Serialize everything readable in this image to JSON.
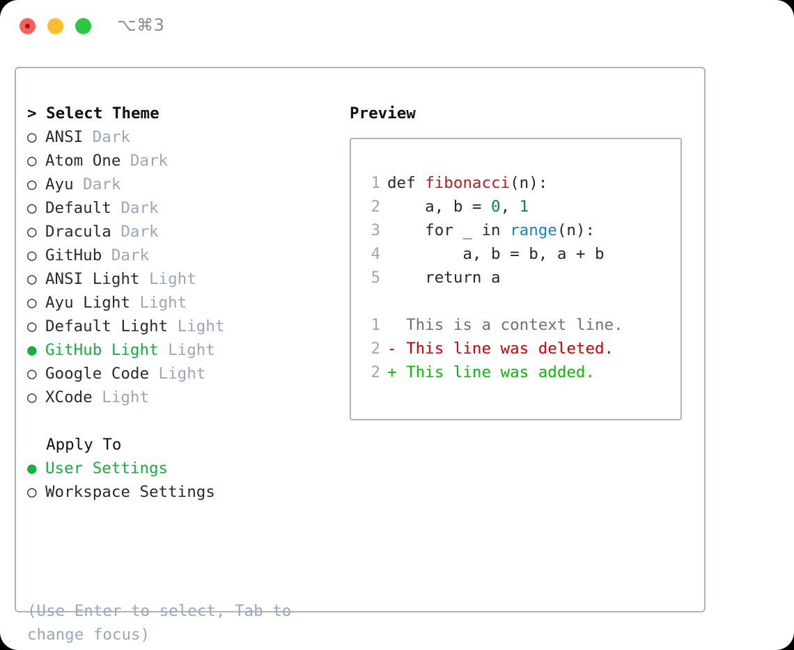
{
  "titlebar": {
    "shortcut": "⌥⌘3",
    "lights": [
      "close",
      "minimize",
      "zoom"
    ]
  },
  "theme_section": {
    "header": "> Select Theme",
    "items": [
      {
        "marker": "○",
        "label": "ANSI",
        "tag": "Dark",
        "selected": false
      },
      {
        "marker": "○",
        "label": "Atom One",
        "tag": "Dark",
        "selected": false
      },
      {
        "marker": "○",
        "label": "Ayu",
        "tag": "Dark",
        "selected": false
      },
      {
        "marker": "○",
        "label": "Default",
        "tag": "Dark",
        "selected": false
      },
      {
        "marker": "○",
        "label": "Dracula",
        "tag": "Dark",
        "selected": false
      },
      {
        "marker": "○",
        "label": "GitHub",
        "tag": "Dark",
        "selected": false
      },
      {
        "marker": "○",
        "label": "ANSI Light",
        "tag": "Light",
        "selected": false
      },
      {
        "marker": "○",
        "label": "Ayu Light",
        "tag": "Light",
        "selected": false
      },
      {
        "marker": "○",
        "label": "Default Light",
        "tag": "Light",
        "selected": false
      },
      {
        "marker": "●",
        "label": "GitHub Light",
        "tag": "Light",
        "selected": true
      },
      {
        "marker": "○",
        "label": "Google Code",
        "tag": "Light",
        "selected": false
      },
      {
        "marker": "○",
        "label": "XCode",
        "tag": "Light",
        "selected": false
      }
    ]
  },
  "apply_section": {
    "header": "Apply To",
    "items": [
      {
        "marker": "●",
        "label": "User Settings",
        "selected": true
      },
      {
        "marker": "○",
        "label": "Workspace Settings",
        "selected": false
      }
    ]
  },
  "hint": "(Use Enter to select, Tab to change focus)",
  "preview": {
    "title": "Preview",
    "code_lines": [
      {
        "num": "1",
        "parts": [
          {
            "t": "def ",
            "c": "plain"
          },
          {
            "t": "fibonacci",
            "c": "fn"
          },
          {
            "t": "(n):",
            "c": "plain"
          }
        ]
      },
      {
        "num": "2",
        "parts": [
          {
            "t": "    a, b = ",
            "c": "plain"
          },
          {
            "t": "0",
            "c": "num"
          },
          {
            "t": ", ",
            "c": "plain"
          },
          {
            "t": "1",
            "c": "num"
          }
        ]
      },
      {
        "num": "3",
        "parts": [
          {
            "t": "    for _ in ",
            "c": "plain"
          },
          {
            "t": "range",
            "c": "call"
          },
          {
            "t": "(n):",
            "c": "plain"
          }
        ]
      },
      {
        "num": "4",
        "parts": [
          {
            "t": "        a, b = b, a + b",
            "c": "plain"
          }
        ]
      },
      {
        "num": "5",
        "parts": [
          {
            "t": "    return a",
            "c": "plain"
          }
        ]
      }
    ],
    "diff_lines": [
      {
        "num": "1",
        "parts": [
          {
            "t": "  This is a context line.",
            "c": "ctx"
          }
        ]
      },
      {
        "num": "2",
        "parts": [
          {
            "t": "- This line was deleted.",
            "c": "del"
          }
        ]
      },
      {
        "num": "2",
        "parts": [
          {
            "t": "+ This line was added.",
            "c": "add"
          }
        ]
      }
    ]
  },
  "colors": {
    "panel_border": "#aab4c4",
    "muted_text": "#9aa7b8",
    "selection_green": "#14ae41",
    "diff_added": "#00c000",
    "diff_deleted": "#cc0000",
    "keyword_fn": "#b31d28",
    "number": "#0a7a74",
    "call": "#1184c4"
  }
}
